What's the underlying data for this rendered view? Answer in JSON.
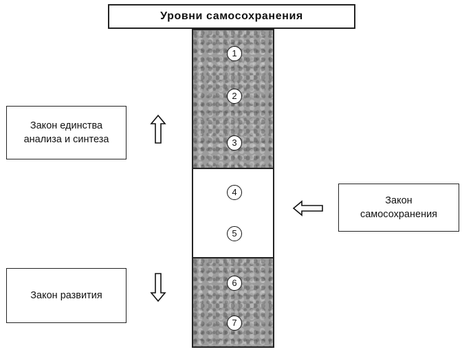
{
  "title": "Уровни самосохранения",
  "laws": {
    "unity": "Закон единства\nанализа и синтеза",
    "self_preservation": "Закон\nсамосохранения",
    "development": "Закон развития"
  },
  "levels": [
    "1",
    "2",
    "3",
    "4",
    "5",
    "6",
    "7"
  ],
  "colors": {
    "border": "#222222",
    "shaded": "#9c9c9c",
    "background": "#ffffff"
  },
  "icons": {
    "unity_arrow": "double-arrow-up",
    "self_preservation_arrow": "double-arrow-left",
    "development_arrow": "double-arrow-down"
  }
}
